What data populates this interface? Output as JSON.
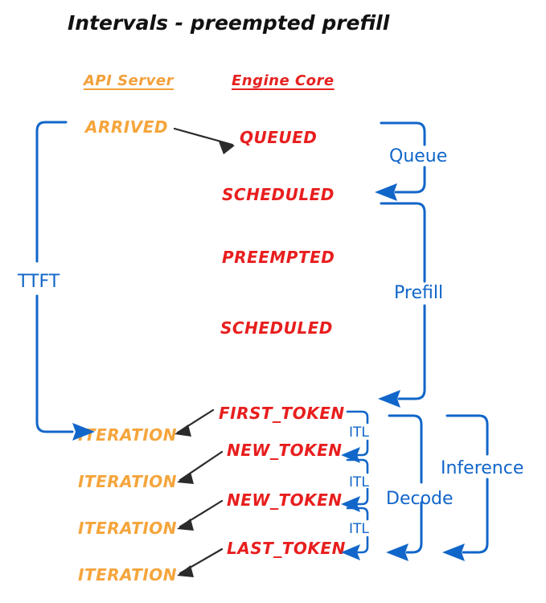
{
  "title": "Intervals - preempted prefill",
  "colors": {
    "orange": "#F5A53C",
    "red": "#E81E1E",
    "blue": "#1166C9",
    "black": "#2b2b2b",
    "background": "#ffffff"
  },
  "columns": {
    "api_server": "API Server",
    "engine_core": "Engine Core"
  },
  "api_events": [
    {
      "label": "ARRIVED"
    },
    {
      "label": "ITERATION"
    },
    {
      "label": "ITERATION"
    },
    {
      "label": "ITERATION"
    },
    {
      "label": "ITERATION"
    }
  ],
  "engine_events": [
    {
      "label": "QUEUED"
    },
    {
      "label": "SCHEDULED"
    },
    {
      "label": "PREEMPTED"
    },
    {
      "label": "SCHEDULED"
    },
    {
      "label": "FIRST_TOKEN"
    },
    {
      "label": "NEW_TOKEN"
    },
    {
      "label": "NEW_TOKEN"
    },
    {
      "label": "LAST_TOKEN"
    }
  ],
  "intervals": {
    "ttft": "TTFT",
    "queue": "Queue",
    "prefill": "Prefill",
    "decode": "Decode",
    "inference": "Inference",
    "itl": [
      "ITL",
      "ITL",
      "ITL"
    ]
  }
}
